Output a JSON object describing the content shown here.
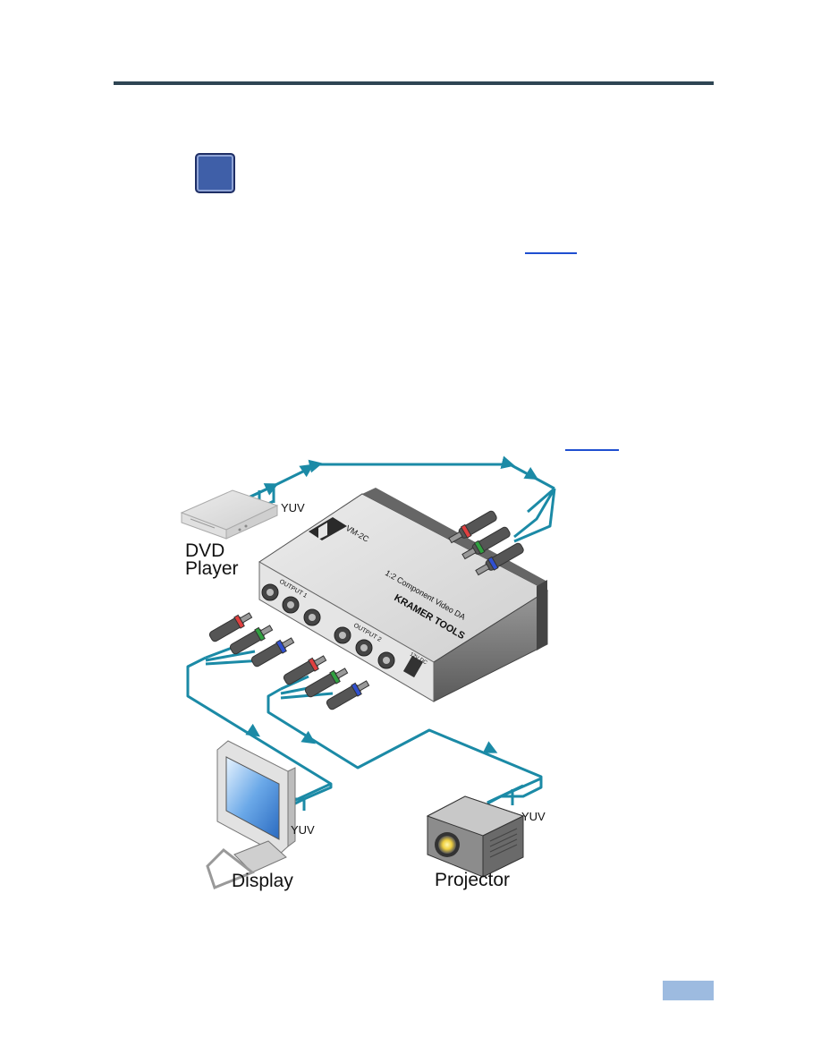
{
  "labels": {
    "yuv_dvd": "YUV",
    "dvd_line1": "DVD",
    "dvd_line2": "Player",
    "yuv_display": "YUV",
    "display": "Display",
    "yuv_projector": "YUV",
    "projector": "Projector",
    "brand": "KRAMER TOOLS",
    "model": "VM-2C",
    "subtitle": "1:2 Component Video DA",
    "output1": "OUTPUT 1",
    "output2": "OUTPUT 2",
    "power": "12V DC"
  },
  "colors": {
    "cable": "#1b8aa6",
    "header_rule": "#2e4553",
    "note_icon": "#3f5fa8",
    "page_box": "#9dbbe0",
    "link": "#1f4fd0"
  },
  "icons": {
    "note": "note-icon"
  }
}
